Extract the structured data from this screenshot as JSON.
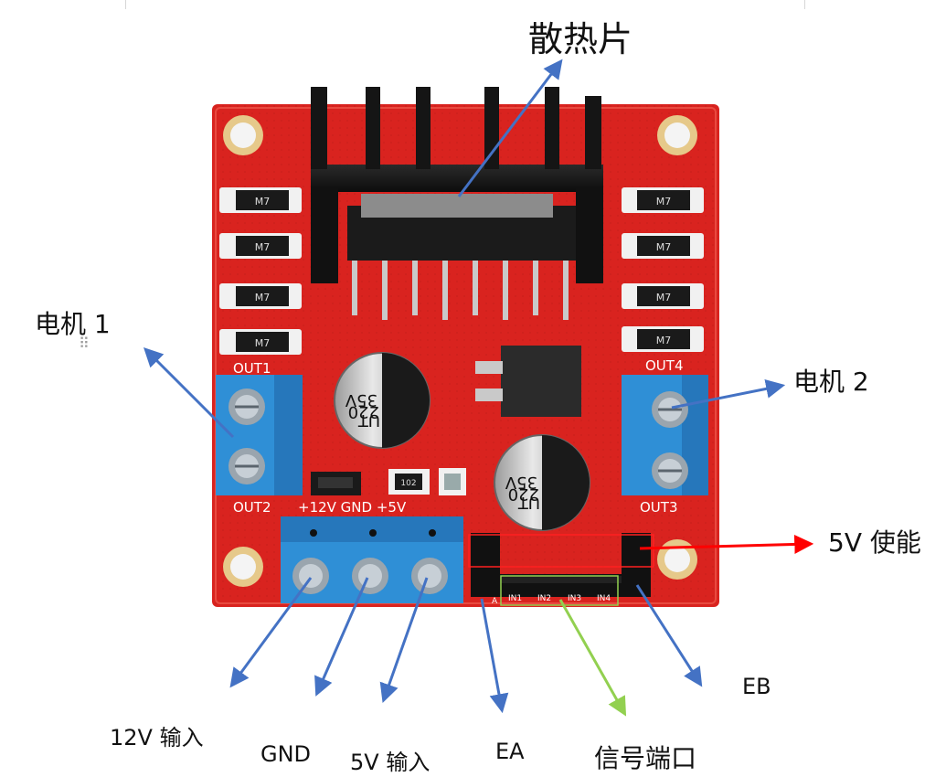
{
  "labels": {
    "heatsink": "散热片",
    "motor1": "电机 1",
    "motor2": "电机 2",
    "enable5v": "5V 使能",
    "input12v": "12V 输入",
    "gnd": "GND",
    "input5v": "5V 输入",
    "ea": "EA",
    "signal_port": "信号端口",
    "eb": "EB"
  },
  "board": {
    "out1": "OUT1",
    "out2": "OUT2",
    "out3": "OUT3",
    "out4": "OUT4",
    "power_pins": "+12V GND +5V",
    "diode_mark": "M7",
    "capacitor_line1": "220",
    "capacitor_line2": "35V",
    "capacitor_line3": "UT",
    "pin_a": "A",
    "in1": "IN1",
    "in2": "IN2",
    "in3": "IN3",
    "in4": "IN4",
    "resistor_mark": "102"
  },
  "colors": {
    "arrow_blue": "#4472c4",
    "arrow_red": "#ff0000",
    "arrow_green": "#92d050",
    "board_red": "#d9231f",
    "terminal_blue": "#2f8fd6"
  }
}
